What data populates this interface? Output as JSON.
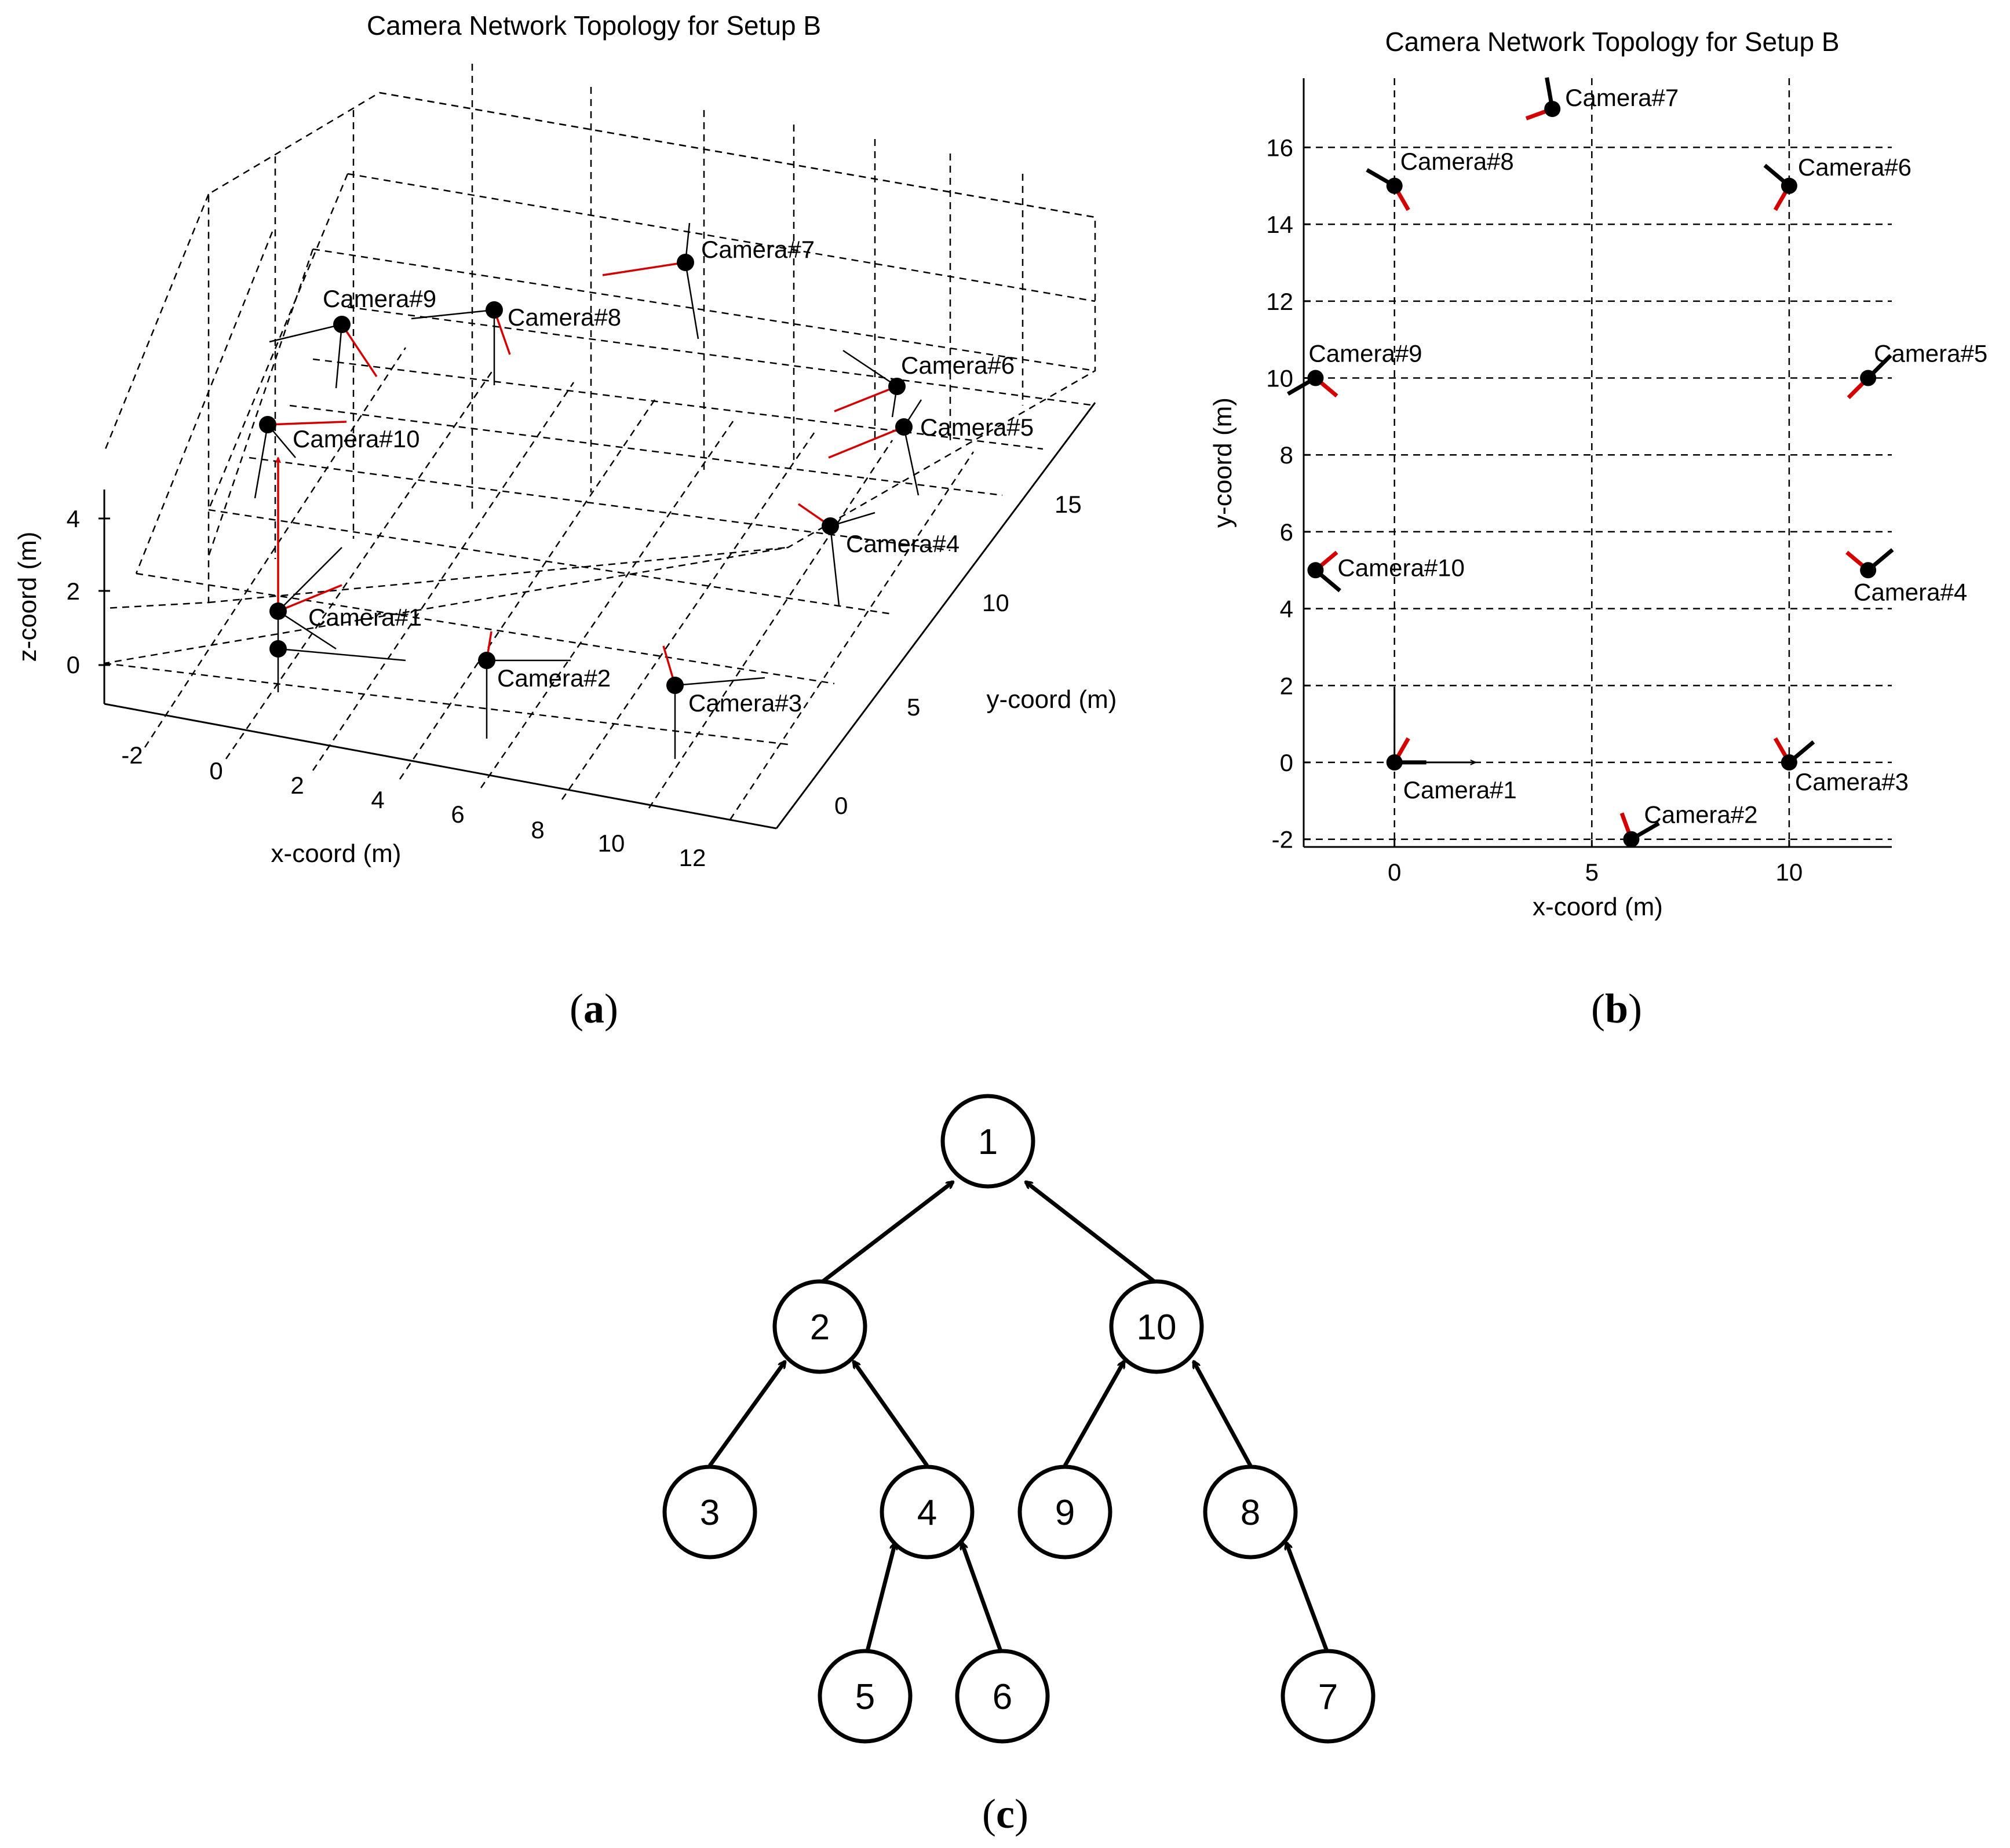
{
  "panel_a": {
    "title": "Camera Network Topology for Setup B",
    "xlabel": "x-coord (m)",
    "ylabel": "y-coord (m)",
    "zlabel": "z-coord (m)",
    "x_ticks": [
      "-2",
      "0",
      "2",
      "4",
      "6",
      "8",
      "10",
      "12"
    ],
    "y_ticks": [
      "0",
      "5",
      "10",
      "15"
    ],
    "z_ticks": [
      "0",
      "2",
      "4"
    ],
    "camera_labels": [
      "Camera#1",
      "Camera#2",
      "Camera#3",
      "Camera#4",
      "Camera#5",
      "Camera#6",
      "Camera#7",
      "Camera#8",
      "Camera#9",
      "Camera#10"
    ],
    "caption": "a"
  },
  "panel_b": {
    "caption": "b"
  },
  "panel_c": {
    "caption": "c",
    "nodes": [
      "1",
      "2",
      "10",
      "3",
      "4",
      "9",
      "8",
      "5",
      "6",
      "7"
    ]
  },
  "chart_data": {
    "type": "scatter",
    "title": "Camera Network Topology for Setup B",
    "xlabel": "x-coord (m)",
    "ylabel": "y-coord (m)",
    "xlim": [
      -2.3,
      12.6
    ],
    "ylim": [
      -2.2,
      17.8
    ],
    "x_ticks": [
      0,
      5,
      10
    ],
    "y_ticks": [
      -2,
      0,
      2,
      4,
      6,
      8,
      10,
      12,
      14,
      16
    ],
    "grid": true,
    "colors": {
      "points": "#000000",
      "direction_primary": "#d40000",
      "direction_secondary": "#000000"
    },
    "points": [
      {
        "label": "Camera#1",
        "x": 0,
        "y": 0
      },
      {
        "label": "Camera#2",
        "x": 6,
        "y": -2
      },
      {
        "label": "Camera#3",
        "x": 10,
        "y": 0
      },
      {
        "label": "Camera#4",
        "x": 12,
        "y": 5
      },
      {
        "label": "Camera#5",
        "x": 12,
        "y": 10
      },
      {
        "label": "Camera#6",
        "x": 10,
        "y": 15
      },
      {
        "label": "Camera#7",
        "x": 4,
        "y": 17
      },
      {
        "label": "Camera#8",
        "x": 0,
        "y": 15
      },
      {
        "label": "Camera#9",
        "x": -2,
        "y": 10
      },
      {
        "label": "Camera#10",
        "x": -2,
        "y": 5
      }
    ]
  }
}
